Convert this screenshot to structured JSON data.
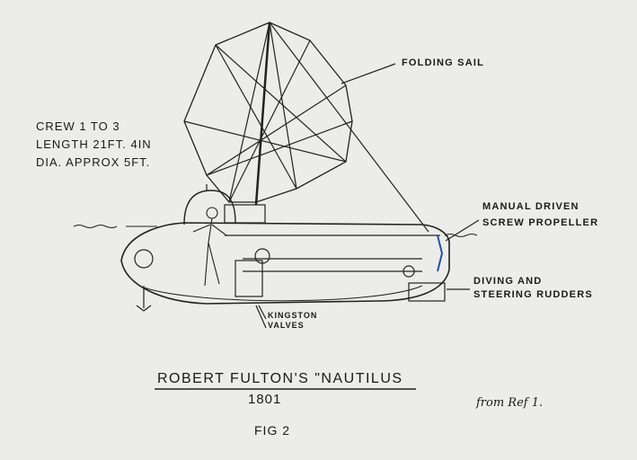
{
  "specs": {
    "crew": "CREW  1 TO 3",
    "length": "LENGTH  21FT. 4IN",
    "diameter": "DIA.  APPROX 5FT."
  },
  "callouts": {
    "folding_sail": "FOLDING SAIL",
    "propeller_line1": "MANUAL DRIVEN",
    "propeller_line2": "SCREW PROPELLER",
    "rudders_line1": "DIVING AND",
    "rudders_line2": "STEERING RUDDERS",
    "valves_line1": "KINGSTON",
    "valves_line2": "VALVES"
  },
  "caption": {
    "title": "ROBERT FULTON'S \"NAUTILUS",
    "year": "1801",
    "source": "from Ref 1.",
    "figure": "FIG 2"
  }
}
